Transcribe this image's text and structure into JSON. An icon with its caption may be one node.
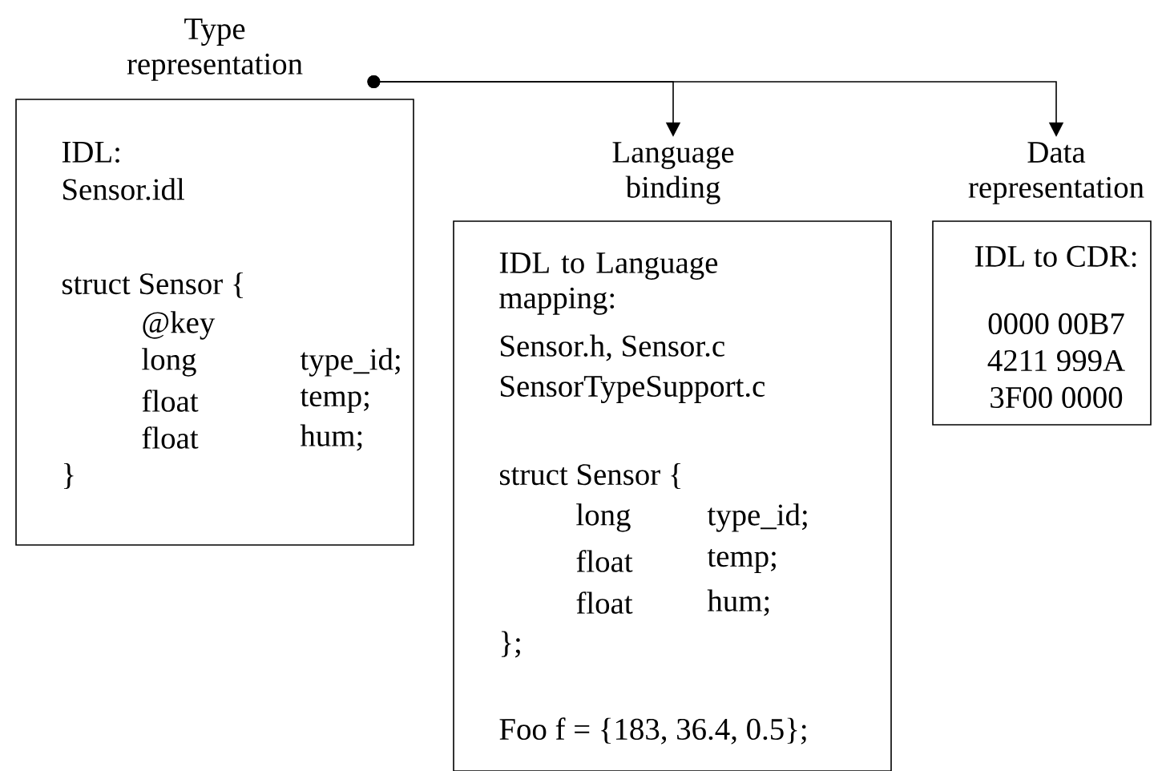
{
  "diagram": {
    "nodes": [
      {
        "text": [
          "Type representation",
          "IDL:",
          "Sensor.idl",
          "struct Sensor {",
          "@key",
          "long",
          "type_id;",
          "float",
          "temp;",
          "float",
          "hum;",
          "}"
        ]
      },
      {
        "text": [
          "Language binding",
          "IDL to Language mapping:",
          "Sensor.h, Sensor.c",
          "SensorTypeSupport.c",
          "struct Sensor {",
          "long",
          "type_id;",
          "float",
          "temp;",
          "float",
          "hum;",
          "};",
          "Foo f = {183, 36.4, 0.5};"
        ]
      },
      {
        "text": [
          "Data representation",
          "IDL to CDR:",
          "0000 00B7",
          "4211 999A",
          "3F00 0000"
        ]
      }
    ],
    "edges": [
      {
        "from": 0,
        "to": 1,
        "arrow": "to"
      },
      {
        "from": 0,
        "to": 2,
        "arrow": "to"
      }
    ]
  }
}
